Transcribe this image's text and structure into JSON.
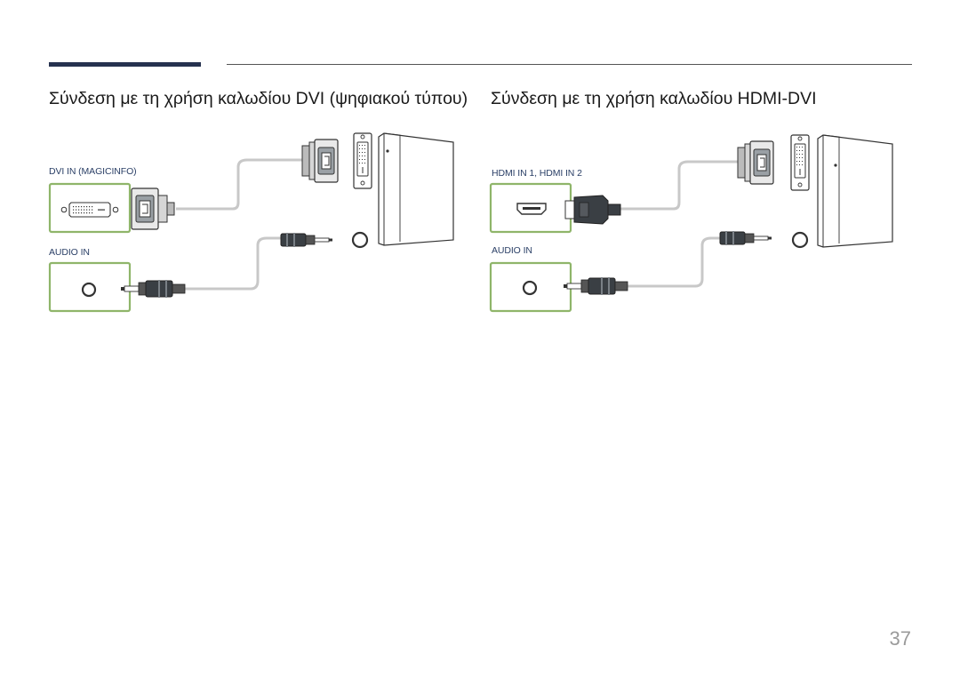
{
  "page": {
    "number": "37"
  },
  "sections": [
    {
      "heading": "Σύνδεση με τη χρήση καλωδίου DVI (ψηφιακού τύπου)",
      "video_port_label": "DVI IN (MAGICINFO)",
      "audio_port_label": "AUDIO IN"
    },
    {
      "heading": "Σύνδεση με τη χρήση καλωδίου HDMI-DVI",
      "video_port_label": "HDMI IN 1, HDMI IN 2",
      "audio_port_label": "AUDIO IN"
    }
  ],
  "colors": {
    "accent_bar": "#26324f",
    "port_frame": "#8fb56a",
    "label_text": "#2a3f66",
    "cable": "#c8c8c8",
    "connector_dark": "#3a3f44"
  },
  "icons": [
    "dvi-port-icon",
    "hdmi-port-icon",
    "audio-jack-icon",
    "dvi-connector-icon",
    "hdmi-connector-icon",
    "audio-plug-icon",
    "pc-tower-icon"
  ]
}
